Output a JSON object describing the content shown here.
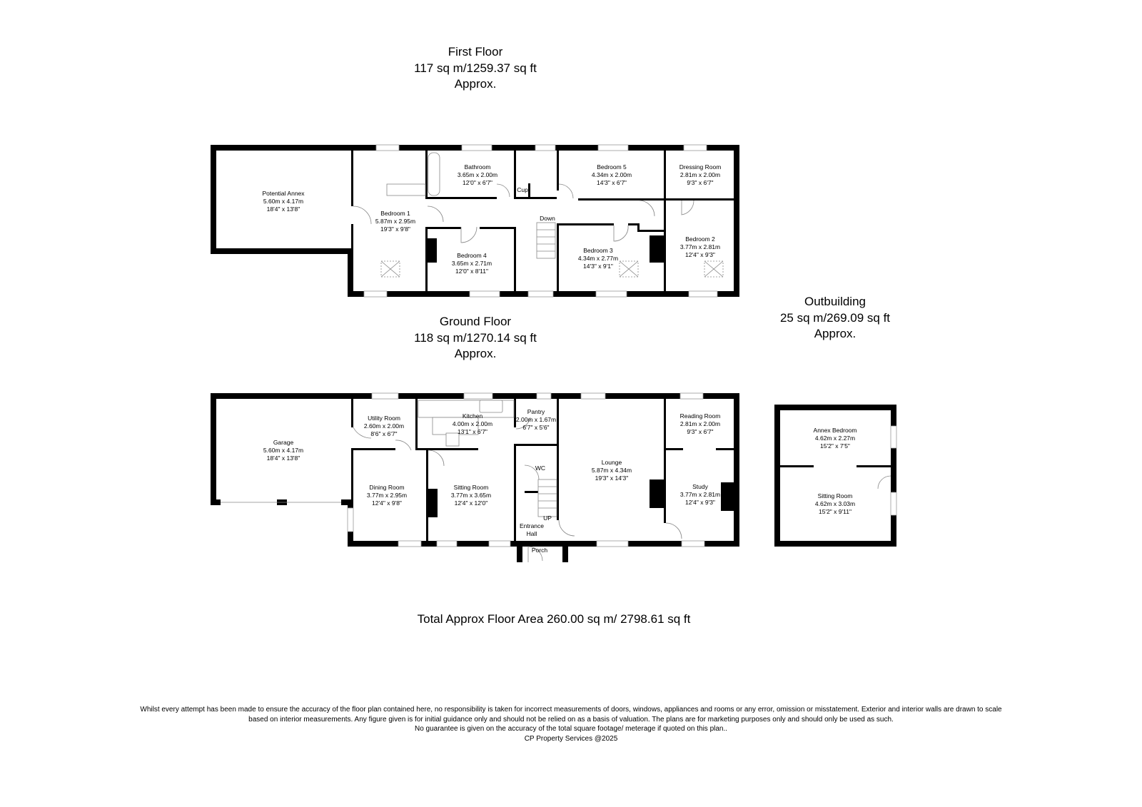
{
  "floors": {
    "first": {
      "name": "First Floor",
      "area": "117 sq m/1259.37 sq ft",
      "approx": "Approx."
    },
    "ground": {
      "name": "Ground Floor",
      "area": "118 sq m/1270.14 sq ft",
      "approx": "Approx."
    },
    "outbuilding": {
      "name": "Outbuilding",
      "area": "25 sq m/269.09 sq ft",
      "approx": "Approx."
    }
  },
  "first_rooms": [
    {
      "name": "Potential Annex",
      "metric": "5.60m x 4.17m",
      "imperial": "18'4\" x 13'8\""
    },
    {
      "name": "Bedroom 1",
      "metric": "5.87m x 2.95m",
      "imperial": "19'3\" x 9'8\""
    },
    {
      "name": "Bathroom",
      "metric": "3.65m x 2.00m",
      "imperial": "12'0\" x 6'7\""
    },
    {
      "name": "Cup"
    },
    {
      "name": "Bedroom 5",
      "metric": "4.34m x 2.00m",
      "imperial": "14'3\" x 6'7\""
    },
    {
      "name": "Dressing Room",
      "metric": "2.81m x 2.00m",
      "imperial": "9'3\" x 6'7\""
    },
    {
      "name": "Down"
    },
    {
      "name": "Bedroom 4",
      "metric": "3.65m x 2.71m",
      "imperial": "12'0\" x 8'11\""
    },
    {
      "name": "Bedroom 3",
      "metric": "4.34m x 2.77m",
      "imperial": "14'3\" x 9'1\""
    },
    {
      "name": "Bedroom 2",
      "metric": "3.77m x 2.81m",
      "imperial": "12'4\" x 9'3\""
    }
  ],
  "ground_rooms": [
    {
      "name": "Garage",
      "metric": "5.60m x 4.17m",
      "imperial": "18'4\" x 13'8\""
    },
    {
      "name": "Utility Room",
      "metric": "2.60m x 2.00m",
      "imperial": "8'6\" x 6'7\""
    },
    {
      "name": "Kitchen",
      "metric": "4.00m x 2.00m",
      "imperial": "13'1\" x 6'7\""
    },
    {
      "name": "Pantry",
      "metric": "2.00m x 1.67m",
      "imperial": "6'7\" x 5'6\""
    },
    {
      "name": "WC"
    },
    {
      "name": "Dining Room",
      "metric": "3.77m x 2.95m",
      "imperial": "12'4\" x 9'8\""
    },
    {
      "name": "Sitting Room",
      "metric": "3.77m x 3.65m",
      "imperial": "12'4\" x 12'0\""
    },
    {
      "name": "Lounge",
      "metric": "5.87m x 4.34m",
      "imperial": "19'3\" x 14'3\""
    },
    {
      "name": "Reading Room",
      "metric": "2.81m x 2.00m",
      "imperial": "9'3\" x 6'7\""
    },
    {
      "name": "Study",
      "metric": "3.77m x 2.81m",
      "imperial": "12'4\" x 9'3\""
    },
    {
      "name": "UP"
    },
    {
      "name": "Entrance",
      "name2": "Hall"
    },
    {
      "name": "Porch"
    }
  ],
  "outbuilding_rooms": [
    {
      "name": "Annex Bedroom",
      "metric": "4.62m x 2.27m",
      "imperial": "15'2\" x 7'5\""
    },
    {
      "name": "Sitting Room",
      "metric": "4.62m x 3.03m",
      "imperial": "15'2\" x 9'11\""
    }
  ],
  "total": "Total Approx Floor Area 260.00 sq m/ 2798.61 sq ft",
  "disclaimer": [
    "Whilst every attempt has been made to ensure the accuracy of the floor plan contained here, no responsibility is taken for incorrect measurements of doors, windows, appliances and rooms or any error, omission or misstatement. Exterior and interior walls are drawn to scale",
    "based on interior measurements. Any figure given is for initial guidance only and should not be relied on as a basis of valuation. The plans are for marketing purposes only and should only be used as such.",
    "No guarantee is given on the accuracy of the total square footage/ meterage if quoted on this plan..",
    "CP Property Services @2025"
  ]
}
